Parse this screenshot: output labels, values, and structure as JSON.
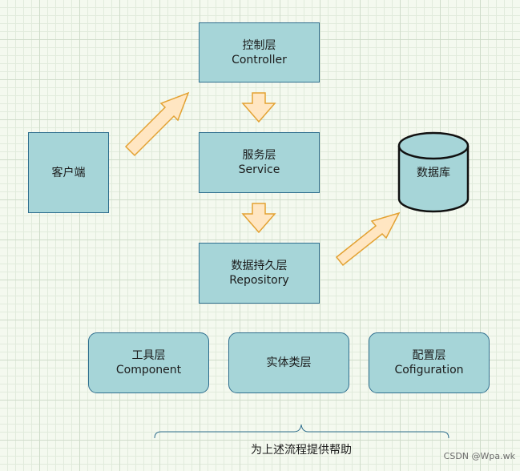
{
  "nodes": {
    "controller": {
      "title": "控制层",
      "subtitle": "Controller"
    },
    "service": {
      "title": "服务层",
      "subtitle": "Service"
    },
    "repository": {
      "title": "数据持久层",
      "subtitle": "Repository"
    },
    "client": {
      "title": "客户端"
    },
    "database": {
      "title": "数据库"
    },
    "component": {
      "title": "工具层",
      "subtitle": "Component"
    },
    "entity": {
      "title": "实体类层"
    },
    "configuration": {
      "title": "配置层",
      "subtitle": "Cofiguration"
    }
  },
  "brace_label": "为上述流程提供帮助",
  "watermark": "CSDN @Wpa.wk",
  "colors": {
    "box_fill": "#a6d5d8",
    "box_border": "#2f6e8e",
    "arrow_fill": "#ffe6c2",
    "arrow_stroke": "#e3a233"
  }
}
